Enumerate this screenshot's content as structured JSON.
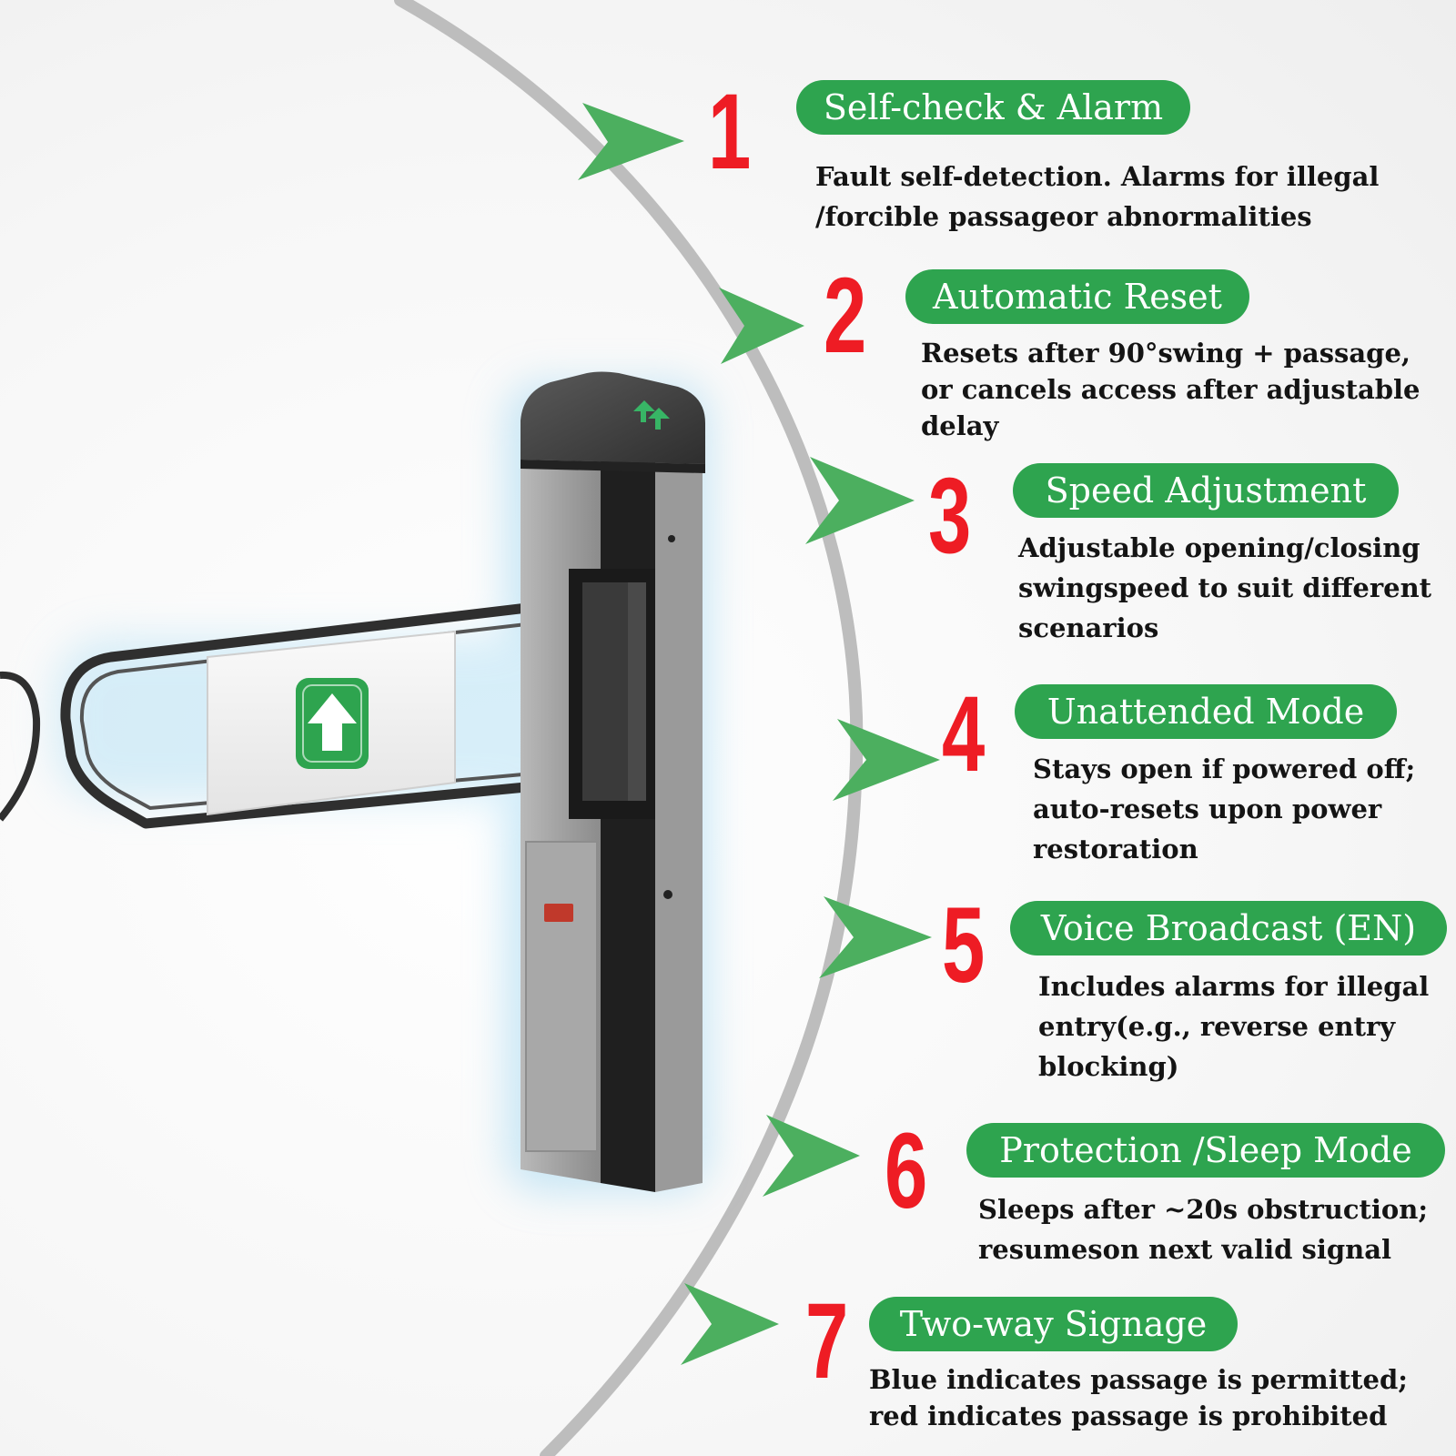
{
  "colors": {
    "accent_green": "#2ea44f",
    "number_red": "#ee1c24",
    "text": "#141414",
    "arc_gray": "#bdbdbd"
  },
  "product": {
    "arrow_sign_icon": "up-arrow-icon",
    "top_panel_icon": "arrow-matrix-icon"
  },
  "features": [
    {
      "number": "1",
      "title": "Self-check & Alarm",
      "lines": [
        "Fault self-detection. Alarms for illegal",
        "/forcible passageor abnormalities"
      ]
    },
    {
      "number": "2",
      "title": "Automatic Reset",
      "lines": [
        "Resets after 90°swing + passage,",
        "or cancels access after adjustable",
        "delay"
      ]
    },
    {
      "number": "3",
      "title": "Speed Adjustment",
      "lines": [
        "Adjustable opening/closing",
        "swingspeed to suit different",
        "scenarios"
      ]
    },
    {
      "number": "4",
      "title": "Unattended Mode",
      "lines": [
        "Stays open if powered off;",
        "auto-resets upon power",
        "restoration"
      ]
    },
    {
      "number": "5",
      "title": "Voice Broadcast (EN)",
      "lines": [
        "Includes alarms for illegal",
        "entry(e.g., reverse entry",
        "blocking)"
      ]
    },
    {
      "number": "6",
      "title": "Protection /Sleep Mode",
      "lines": [
        "Sleeps after ~20s obstruction;",
        "resumeson next valid signal"
      ]
    },
    {
      "number": "7",
      "title": "Two-way Signage",
      "lines": [
        "Blue indicates passage is permitted;",
        "red indicates passage is prohibited"
      ]
    }
  ]
}
